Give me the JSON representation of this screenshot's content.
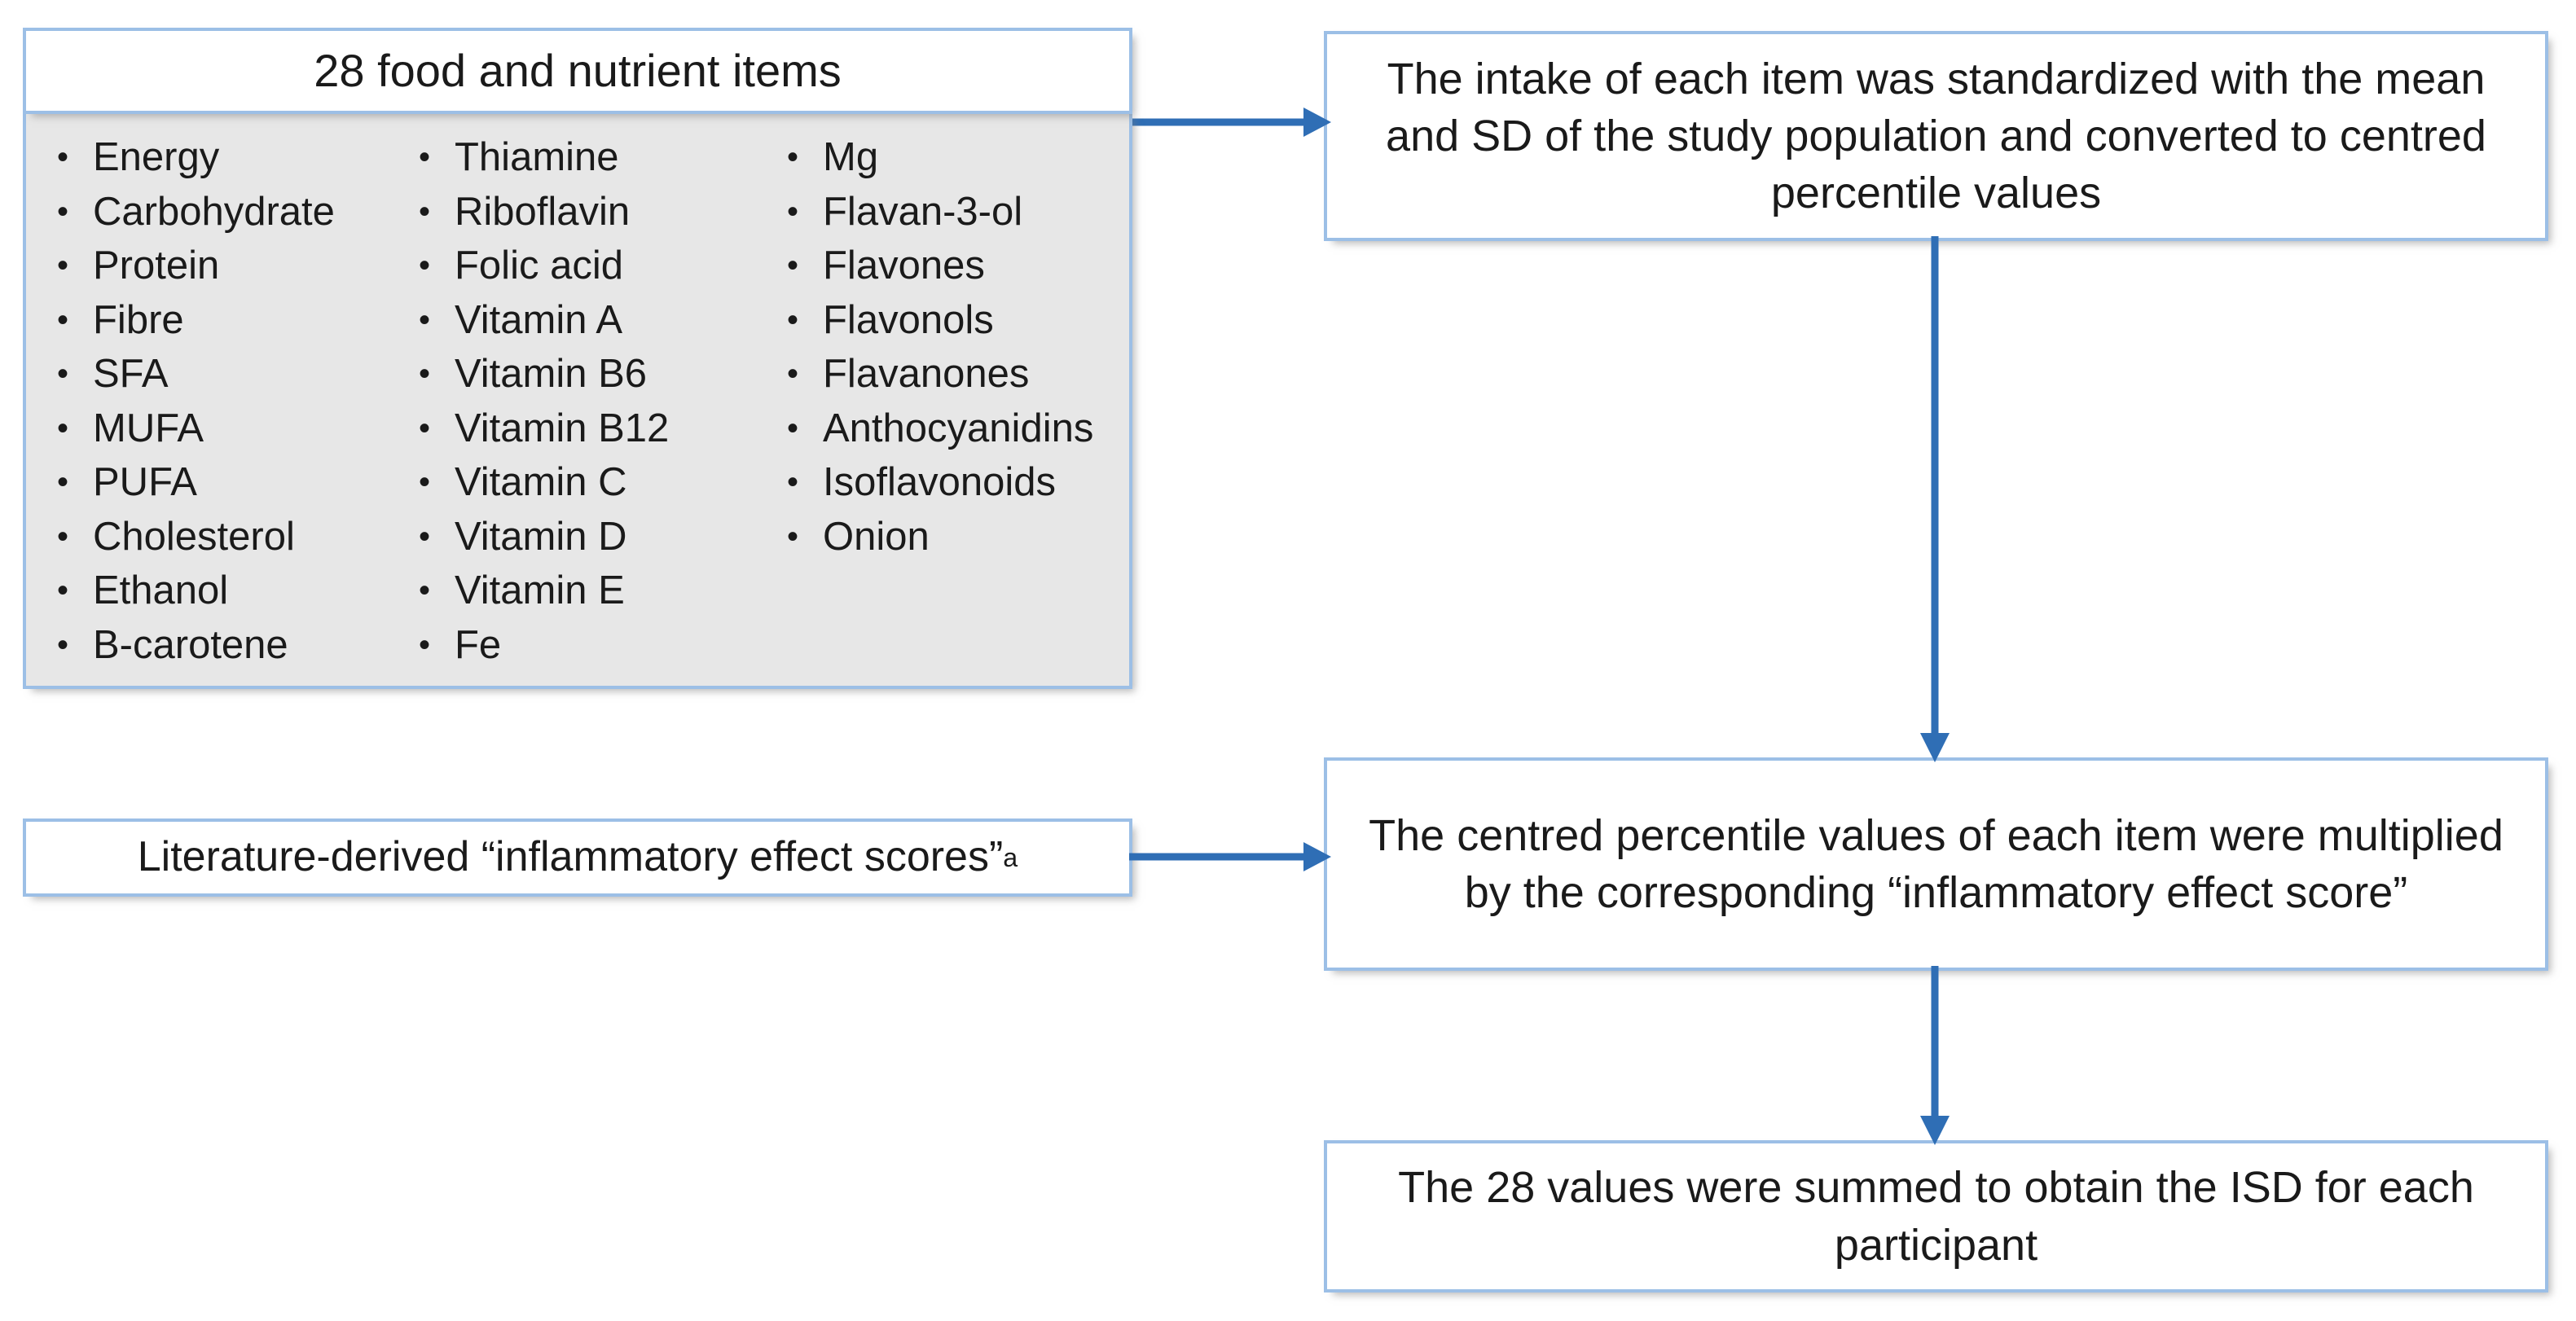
{
  "diagram": {
    "title": "ISD calculation flow",
    "accent_border_color": "#9cbfe6",
    "arrow_color": "#2f6eb5",
    "panel_gray": "#e7e7e7"
  },
  "items_box": {
    "header": "28 food and nutrient items",
    "columns": [
      {
        "id": "column-1",
        "items": [
          "Energy",
          "Carbohydrate",
          "Protein",
          "Fibre",
          "SFA",
          "MUFA",
          "PUFA",
          "Cholesterol",
          "Ethanol",
          "B-carotene"
        ]
      },
      {
        "id": "column-2",
        "items": [
          "Thiamine",
          "Riboflavin",
          "Folic acid",
          "Vitamin A",
          "Vitamin B6",
          "Vitamin B12",
          "Vitamin C",
          "Vitamin D",
          "Vitamin E",
          "Fe"
        ]
      },
      {
        "id": "column-3",
        "items": [
          "Mg",
          "Flavan-3-ol",
          "Flavones",
          "Flavonols",
          "Flavanones",
          "Anthocyanidins",
          "Isoflavonoids",
          "Onion"
        ]
      }
    ]
  },
  "literature_box": {
    "text": "Literature-derived “inflammatory effect scores”",
    "footnote_marker": "a"
  },
  "standardize_box": {
    "text": "The intake of each item was standardized with the mean and SD of the study population and converted to centred percentile values"
  },
  "multiply_box": {
    "text": "The centred percentile values of each item were multiplied by the corresponding “inflammatory effect score”"
  },
  "sum_box": {
    "text": "The 28 values were summed to obtain the ISD for each participant"
  },
  "arrows": [
    {
      "id": "arrow-items-to-standardize",
      "direction": "right"
    },
    {
      "id": "arrow-standardize-to-multiply",
      "direction": "down"
    },
    {
      "id": "arrow-literature-to-multiply",
      "direction": "right"
    },
    {
      "id": "arrow-multiply-to-sum",
      "direction": "down"
    }
  ]
}
